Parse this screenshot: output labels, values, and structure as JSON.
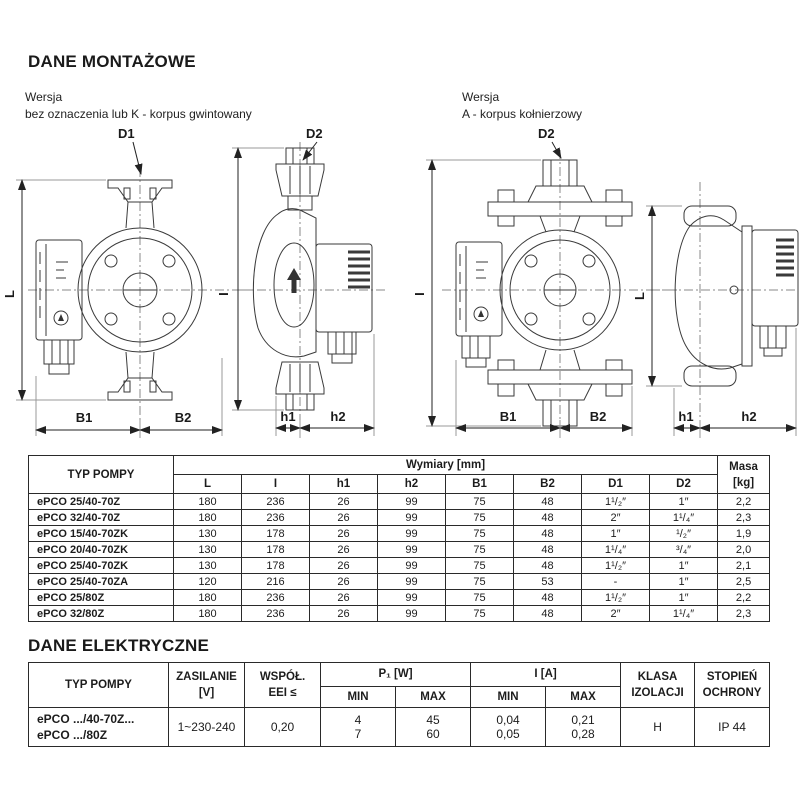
{
  "montage": {
    "title": "DANE MONTAŻOWE",
    "left_version": {
      "line1": "Wersja",
      "line2": "bez oznaczenia lub K - korpus gwintowany"
    },
    "right_version": {
      "line1": "Wersja",
      "line2": "A - korpus kołnierzowy"
    },
    "labels": {
      "d1": "D1",
      "d2": "D2",
      "l": "L",
      "i": "I",
      "b1": "B1",
      "b2": "B2",
      "h1": "h1",
      "h2": "h2"
    }
  },
  "dim_table": {
    "col_type": "TYP POMPY",
    "group_header": "Wymiary [mm]",
    "masa_line1": "Masa",
    "masa_line2": "[kg]",
    "columns": [
      "L",
      "I",
      "h1",
      "h2",
      "B1",
      "B2",
      "D1",
      "D2"
    ],
    "rows": [
      {
        "type": "ePCO 25/40-70Z",
        "values": [
          "180",
          "236",
          "26",
          "99",
          "75",
          "48",
          "1¹/₂″",
          "1″",
          "2,2"
        ]
      },
      {
        "type": "ePCO 32/40-70Z",
        "values": [
          "180",
          "236",
          "26",
          "99",
          "75",
          "48",
          "2″",
          "1¹/₄″",
          "2,3"
        ]
      },
      {
        "type": "ePCO 15/40-70ZK",
        "values": [
          "130",
          "178",
          "26",
          "99",
          "75",
          "48",
          "1″",
          "¹/₂″",
          "1,9"
        ]
      },
      {
        "type": "ePCO 20/40-70ZK",
        "values": [
          "130",
          "178",
          "26",
          "99",
          "75",
          "48",
          "1¹/₄″",
          "³/₄″",
          "2,0"
        ]
      },
      {
        "type": "ePCO 25/40-70ZK",
        "values": [
          "130",
          "178",
          "26",
          "99",
          "75",
          "48",
          "1¹/₂″",
          "1″",
          "2,1"
        ]
      },
      {
        "type": "ePCO 25/40-70ZA",
        "values": [
          "120",
          "216",
          "26",
          "99",
          "75",
          "53",
          "-",
          "1″",
          "2,5"
        ]
      },
      {
        "type": "ePCO 25/80Z",
        "values": [
          "180",
          "236",
          "26",
          "99",
          "75",
          "48",
          "1¹/₂″",
          "1″",
          "2,2"
        ]
      },
      {
        "type": "ePCO 32/80Z",
        "values": [
          "180",
          "236",
          "26",
          "99",
          "75",
          "48",
          "2″",
          "1¹/₄″",
          "2,3"
        ]
      }
    ]
  },
  "electric": {
    "title": "DANE ELEKTRYCZNE",
    "table": {
      "col_type": "TYP POMPY",
      "zasilanie": [
        "ZASILANIE",
        "[V]"
      ],
      "eei": [
        "WSPÓŁ.",
        "EEI ≤"
      ],
      "p1_header": "P₁ [W]",
      "i_header": "I [A]",
      "min": "MIN",
      "max": "MAX",
      "klasa": [
        "KLASA",
        "IZOLACJI"
      ],
      "stopien": [
        "STOPIEŃ",
        "OCHRONY"
      ],
      "row": {
        "type1": "ePCO .../40-70Z...",
        "type2": "ePCO .../80Z",
        "zasilanie": "1~230-240",
        "eei": "0,20",
        "p1_min": [
          "4",
          "7"
        ],
        "p1_max": [
          "45",
          "60"
        ],
        "i_min": [
          "0,04",
          "0,05"
        ],
        "i_max": [
          "0,21",
          "0,28"
        ],
        "klasa": "H",
        "stopien": "IP 44"
      }
    }
  }
}
